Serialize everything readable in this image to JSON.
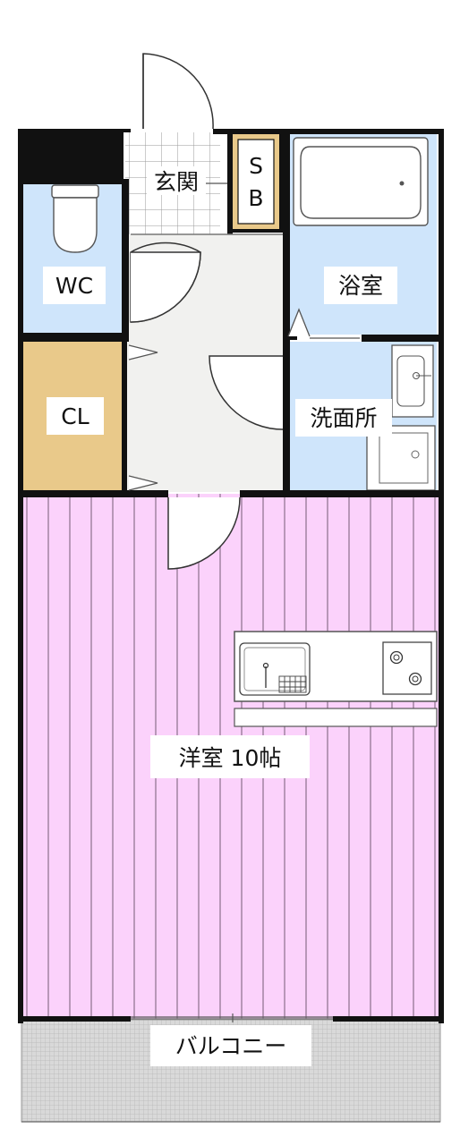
{
  "floorplan": {
    "rooms": {
      "entrance": "玄関",
      "shoe_box_line1": "S",
      "shoe_box_line2": "B",
      "wc": "WC",
      "bathroom": "浴室",
      "closet": "CL",
      "washroom": "洗面所",
      "western_room": "洋室 10帖",
      "balcony": "バルコニー"
    },
    "colors": {
      "wet_area": "#cfe5fb",
      "closet": "#e9c98a",
      "western_room": "#fbd2fb",
      "western_room_stripe": "#a888a8",
      "hall": "#f1f1ef",
      "balcony": "#d9d9d9",
      "wall": "#111111"
    },
    "fixtures": [
      "toilet-icon",
      "bathtub-icon",
      "washbasin-icon",
      "washing-machine-icon",
      "sink-icon",
      "stove-icon"
    ]
  }
}
